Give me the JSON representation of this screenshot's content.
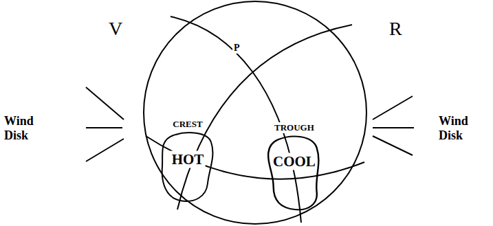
{
  "diagram": {
    "nodes": [
      {
        "text": [
          "CREST",
          "HOT"
        ]
      },
      {
        "text": [
          "TROUGH",
          "COOL"
        ]
      }
    ],
    "labels": [
      "V",
      "P",
      "R",
      "Wind Disk",
      "Wind Disk"
    ]
  }
}
